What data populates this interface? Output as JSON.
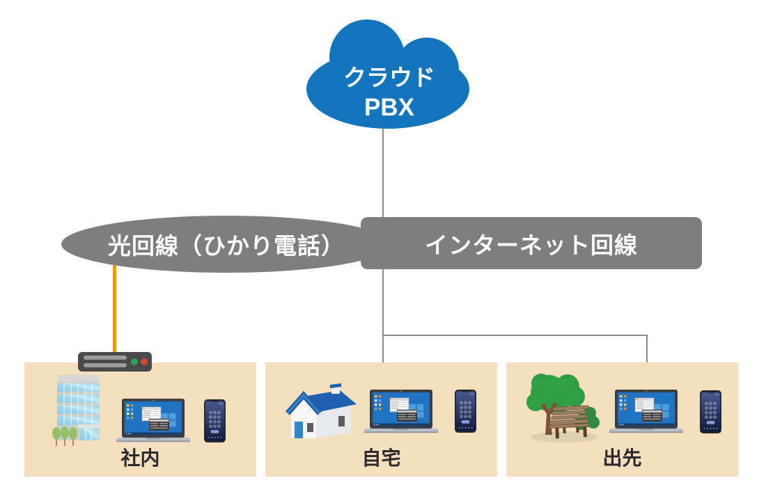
{
  "colors": {
    "cloud_blue": "#1274bd",
    "pill_gray": "#7e7e7e",
    "box_beige": "#f5dfbe",
    "accent_orange": "#f29600",
    "connector_gray": "#8a8a8a",
    "label_text": "#2b2b2b"
  },
  "cloud": {
    "line1": "クラウド",
    "line2": "PBX"
  },
  "network_labels": {
    "fiber": "光回線（ひかり電話）",
    "internet": "インターネット回線"
  },
  "locations": [
    {
      "label": "社内"
    },
    {
      "label": "自宅"
    },
    {
      "label": "出先"
    }
  ]
}
